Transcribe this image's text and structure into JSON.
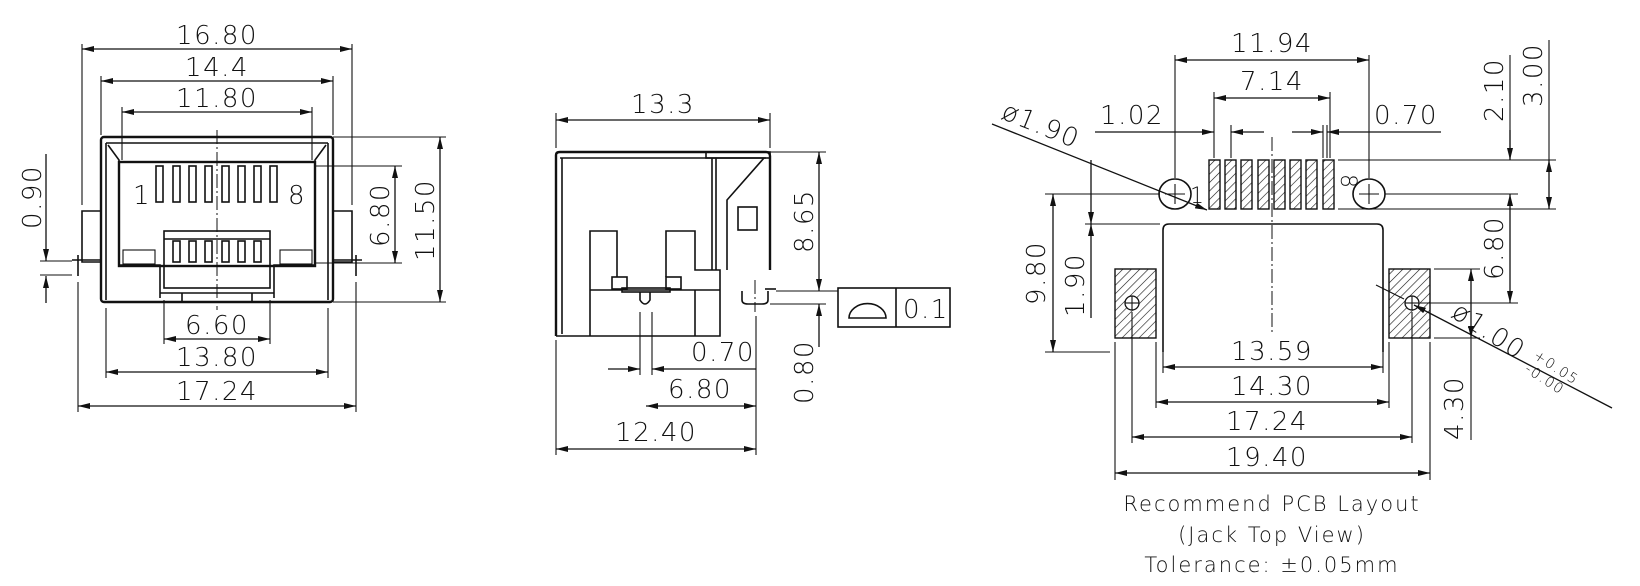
{
  "front_view": {
    "dims": {
      "overall_top": "16.80",
      "shield": "14.4",
      "port": "11.80",
      "tab_height": "0.90",
      "contact_height": "6.80",
      "height": "11.50",
      "latch": "6.60",
      "bottom": "13.80",
      "pin_span": "17.24"
    },
    "pin_labels": {
      "first": "1",
      "last": "8"
    }
  },
  "side_view": {
    "dims": {
      "depth": "13.3",
      "height": "8.65",
      "standoff": "0.80",
      "post_dia": "0.70",
      "post_offset": "6.80",
      "pin_offset": "12.40"
    },
    "flatness": {
      "symbol": "profile-of-surface",
      "value": "0.1"
    }
  },
  "pcb_layout": {
    "dims": {
      "hole_span": "11.94",
      "pad_span": "7.14",
      "pitch": "1.02",
      "pad_width": "0.70",
      "hole_dia": "ø1.90",
      "small_hole_dia": "ø1.00",
      "small_hole_tol_plus": "+0.05",
      "small_hole_tol_minus": "-0.00",
      "row_offset_a": "2.10",
      "row_offset_b": "3.00",
      "height_a": "9.80",
      "height_b": "1.90",
      "pad_to_hole": "6.80",
      "pad_height": "4.30",
      "body_width": "13.59",
      "inner_pad_span": "14.30",
      "hole_to_hole": "17.24",
      "outer_pad_span": "19.40"
    },
    "pin_labels": {
      "first": "1",
      "last": "8"
    },
    "caption": {
      "line1": "Recommend PCB Layout",
      "line2": "(Jack Top View)",
      "line3": "Tolerance:  ±0.05mm"
    }
  }
}
